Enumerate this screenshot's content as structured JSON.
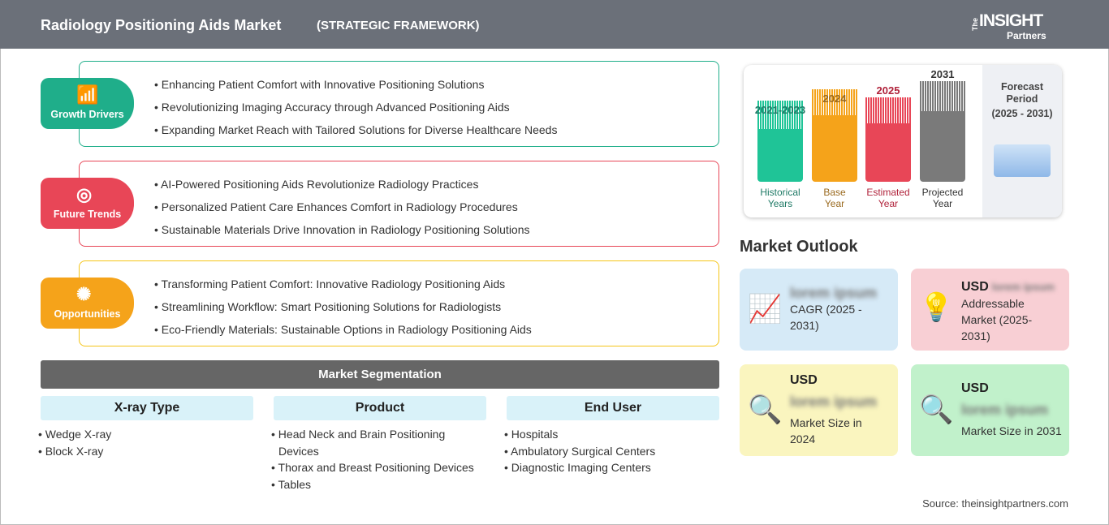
{
  "header": {
    "title": "Radiology Positioning Aids Market",
    "subtitle": "(STRATEGIC FRAMEWORK)",
    "logo": "The INSIGHT Partners"
  },
  "framework": [
    {
      "label": "Growth Drivers",
      "color": "#1fae8a",
      "items": [
        "Enhancing Patient Comfort with Innovative Positioning Solutions",
        "Revolutionizing Imaging Accuracy through Advanced Positioning Aids",
        "Expanding Market Reach with Tailored Solutions for Diverse Healthcare Needs"
      ]
    },
    {
      "label": "Future Trends",
      "color": "#e84657",
      "items": [
        "AI-Powered Positioning Aids Revolutionize Radiology Practices",
        "Personalized Patient Care Enhances Comfort in Radiology Procedures",
        "Sustainable Materials Drive Innovation in Radiology Positioning Solutions"
      ]
    },
    {
      "label": "Opportunities",
      "color": "#f5a31a",
      "items": [
        "Transforming Patient Comfort: Innovative Radiology Positioning Aids",
        "Streamlining Workflow: Smart Positioning Solutions for Radiologists",
        "Eco-Friendly Materials: Sustainable Options in Radiology Positioning Aids"
      ]
    }
  ],
  "segmentation": {
    "title": "Market Segmentation",
    "columns": [
      {
        "header": "X-ray Type",
        "items": [
          "Wedge X-ray",
          "Block X-ray"
        ]
      },
      {
        "header": "Product",
        "items": [
          "Head Neck and Brain Positioning",
          "Devices",
          "Thorax and Breast Positioning Devices",
          "Tables"
        ]
      },
      {
        "header": "End User",
        "items": [
          "Hospitals",
          "Ambulatory Surgical Centers",
          "Diagnostic Imaging Centers"
        ]
      }
    ]
  },
  "timeline": {
    "bars": [
      {
        "year": "2021-2023",
        "l1": "Historical",
        "l2": "Years",
        "color": "#1fc497",
        "text": "#1f7a66"
      },
      {
        "year": "2024",
        "l1": "Base",
        "l2": "Year",
        "color": "#f5a31a",
        "text": "#9a6a1f"
      },
      {
        "year": "2025",
        "l1": "Estimated",
        "l2": "Year",
        "color": "#e84657",
        "text": "#b0223a"
      },
      {
        "year": "2031",
        "l1": "Projected",
        "l2": "Year",
        "color": "#7a7a7a",
        "text": "#333"
      }
    ],
    "forecast": {
      "l1": "Forecast",
      "l2": "Period",
      "l3": "(2025 - 2031)"
    }
  },
  "outlook": {
    "title": "Market Outlook",
    "cards": [
      {
        "prefix": "",
        "value": "lorem ipsum",
        "label": "CAGR (2025 - 2031)"
      },
      {
        "prefix": "USD",
        "value": "lorem ipsum",
        "label": "Addressable Market (2025-2031)"
      },
      {
        "prefix": "USD",
        "value": "lorem ipsum",
        "label": "Market Size in 2024"
      },
      {
        "prefix": "USD",
        "value": "lorem ipsum",
        "label": "Market Size in 2031"
      }
    ]
  },
  "source": "Source: theinsightpartners.com"
}
